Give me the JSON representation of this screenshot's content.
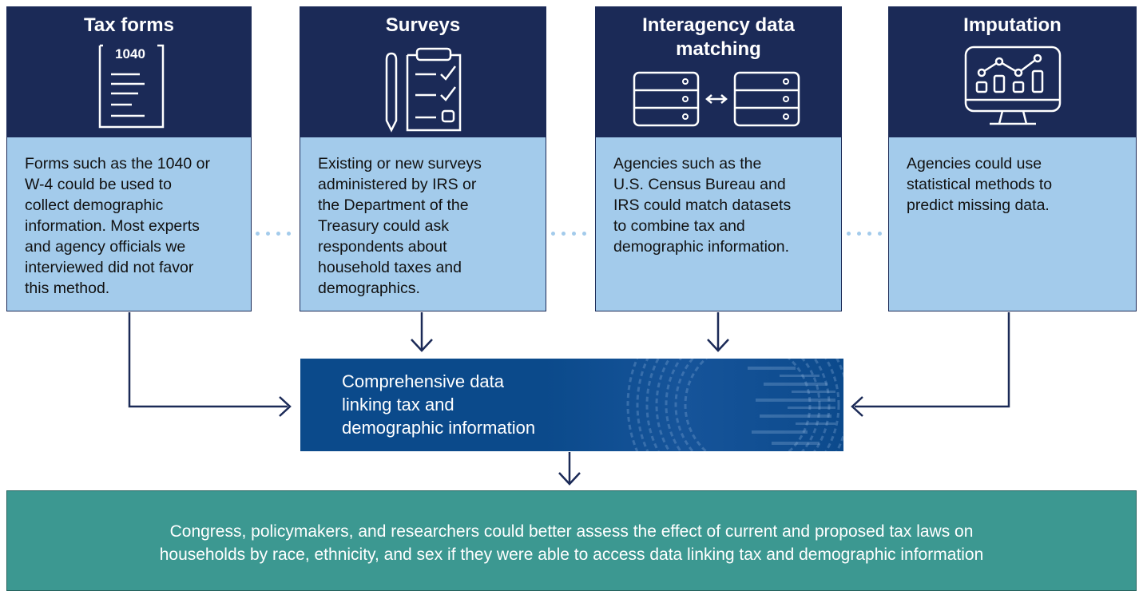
{
  "cards": [
    {
      "title": "Tax forms",
      "form_number": "1040",
      "icon": "tax-form-icon",
      "lines": [
        "Forms such as the 1040 or",
        "W-4 could be used to",
        "collect demographic",
        "information. Most experts",
        "and agency officials we",
        "interviewed did not favor",
        "this method."
      ]
    },
    {
      "title": "Surveys",
      "icon": "clipboard-survey-icon",
      "lines": [
        "Existing or new surveys",
        "administered by IRS or",
        "the Department of the",
        "Treasury could ask",
        "respondents about",
        "household taxes and",
        "demographics."
      ]
    },
    {
      "title_lines": [
        "Interagency data",
        "matching"
      ],
      "icon": "server-exchange-icon",
      "lines": [
        "Agencies such as the",
        "U.S. Census Bureau and",
        "IRS could match datasets",
        "to combine tax and",
        "demographic information."
      ]
    },
    {
      "title": "Imputation",
      "icon": "monitor-chart-icon",
      "lines": [
        "Agencies could use",
        "statistical methods to",
        "predict missing data."
      ]
    }
  ],
  "center": {
    "lines": [
      "Comprehensive data",
      "linking tax and",
      "demographic information"
    ]
  },
  "outcome": {
    "lines": [
      "Congress, policymakers, and researchers could better assess the effect of current and proposed tax laws on",
      "households by race, ethnicity, and sex if they were able to access data linking tax and demographic information"
    ]
  },
  "colors": {
    "navy": "#1b2a57",
    "light_blue": "#a3cbeb",
    "center_blue": "#0b4a8b",
    "teal": "#3c9891"
  }
}
